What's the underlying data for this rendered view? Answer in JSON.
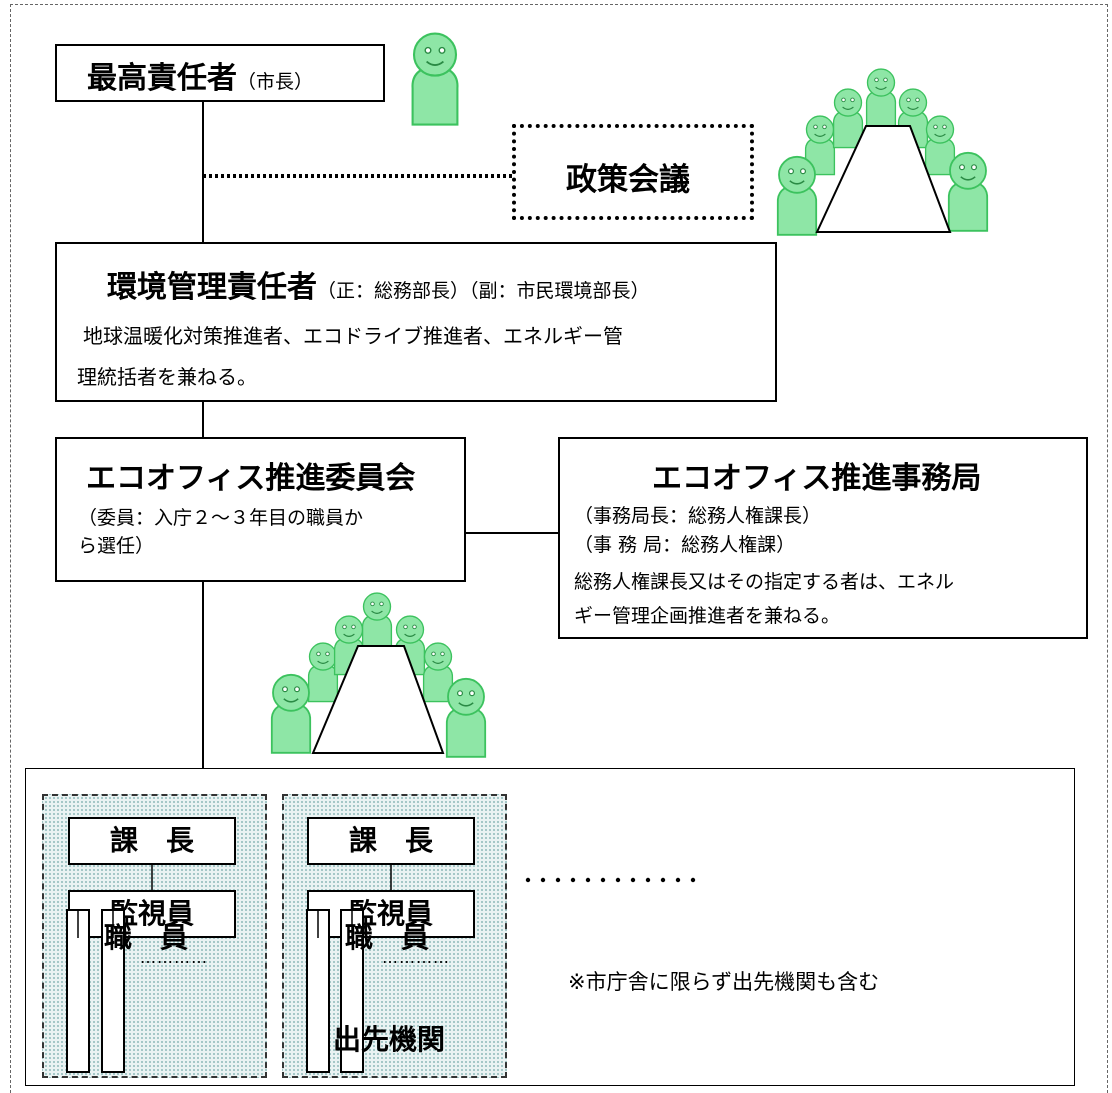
{
  "top": {
    "title": "最高責任者",
    "sub": "（市長）"
  },
  "council": {
    "title": "政策会議"
  },
  "env": {
    "title": "環境管理責任者",
    "sub": "（正：総務部長）（副：市民環境部長）",
    "line1": "地球温暖化対策推進者、エコドライブ推進者、エネルギー管",
    "line2": "理統括者を兼ねる。"
  },
  "committee": {
    "title": "エコオフィス推進委員会",
    "line1": "（委員：入庁２～３年目の職員か",
    "line2": "ら選任）"
  },
  "office": {
    "title": "エコオフィス推進事務局",
    "line1": "（事務局長：総務人権課長）",
    "line2": "（事 務 局：総務人権課）",
    "line3": "総務人権課長又はその指定する者は、エネル",
    "line4": "ギー管理企画推進者を兼ねる。"
  },
  "groups": {
    "manager": "課　長",
    "supervisor": "監視員",
    "staff": "職　員",
    "branch": "出先機関",
    "ellipsis": "…………",
    "note": "※市庁舎に限らず出先機関も含む"
  },
  "colors": {
    "face": "#8ee6a6",
    "face_stroke": "#3cc25e",
    "group_bg": "#eaf3f3"
  }
}
